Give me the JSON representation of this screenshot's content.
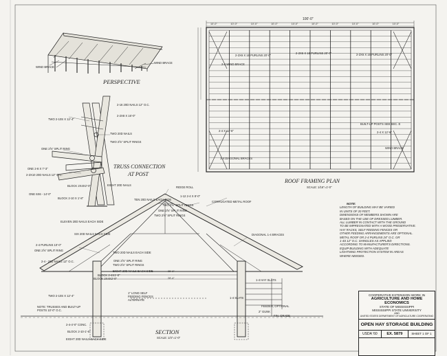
{
  "perspective": {
    "title": "PERSPECTIVE",
    "labels": [
      "WIND BRACE",
      "WIND BRACE"
    ]
  },
  "truss_connection": {
    "title_line1": "TRUSS CONNECTION",
    "title_line2": "AT POST",
    "labels": [
      "2-16 20d NAILS 12\" O.C.",
      "2-2x8 x 16'-0\"",
      "TWO 2-10s x 12'-4\"",
      "TWO 20d NAILS",
      "TWO 2⅝\" SPLIT RINGS",
      "ONE 2⅝\" SPLIT RING",
      "ONE 2-8 x 7'-3\"",
      "2-2x10 20d NAILS 12\" O.C.",
      "BLOCK 2x4x2'-0\"",
      "EIGHT 20d NAILS",
      "ONE 6x6 - 14'-0\"",
      "BLOCK 2-10 x 1'-8\""
    ]
  },
  "roof_plan": {
    "title": "ROOF FRAMING PLAN",
    "scale": "SCALE: 1/16\"=1'-0\"",
    "overall_dim": "100'-0\"",
    "bay_dims": [
      "10'-0\"",
      "10'-0\"",
      "10'-0\"",
      "10'-0\"",
      "10'-0\"",
      "10'-0\"",
      "10'-0\"",
      "10'-0\"",
      "10'-0\"",
      "10'-0\""
    ],
    "labels": [
      "2-4 WIND BRACE",
      "2-2x6 x 16 PURLINS 20'-0\"",
      "2-2x6 x 16 PURLINS 20'-0\"",
      "2-2x6 x 16 PURLINS 20'-0\"",
      "2-4 x 12'-6\"",
      "2-4 x 12'-6\"",
      "BUILT-UP POSTS SEE SEC. E",
      "WIND BRACE",
      "1-4 DIAGONAL BRACES"
    ]
  },
  "section": {
    "title": "SECTION",
    "scale": "SCALE: 1/4\"=1'-0\"",
    "labels": [
      "RIDGE ROLL",
      "TEN 20d NAILS EACH SIDE",
      "TWO 2⅝\" SPLIT RINGS",
      "ONE 2⅝\" SPLIT RING",
      "TWO 2⅝\" SPLIT RINGS",
      "1-12 2-4 x 8'-0\"",
      "CORRUGATED METAL ROOF",
      "ELEVEN 20d NAILS EACH SIDE",
      "SIX 20d NAILS EACH SIDE",
      "2-4 PURLINS 10'-0\"",
      "ONE 2⅝\" SPLIT RING",
      "TWO 20d NAILS EACH SIDE",
      "ONE 2⅝\" SPLIT RING",
      "TWO 2⅝\" SPLIT RINGS",
      "2-4 - 20d NAILS 12\" O.C.",
      "BLOCK 2-4x1'-0\"",
      "EIGHT 20d NAILS EACH SIDE",
      "BLOCK 2x4x2'-0\"",
      "DIAGONAL 1-4 BRACES",
      "TWO 2-10s x 12'-4\"",
      "1-4 HAY SLATS",
      "1-4 SLATS",
      "FEEDER, OPTIONAL",
      "2\" GUNK",
      "FIN. GRADE",
      "1\" LONG SELF FEEDING FENCES ALTERNATE",
      "2-4-4'-0\" CONC.",
      "BLOCK 2-10-1'-6\"",
      "EIGHT 20d NAILS EACH SIDE",
      "NOTE: TRUSSES AND BUILT-UP POSTS 10'-0\" O.C."
    ],
    "dims": [
      "25'-8\"",
      "28'-4\""
    ]
  },
  "notes": {
    "heading": "NOTE:",
    "lines": [
      "LENGTH OF BUILDING MAY BE VARIED",
      "IN UNITS OF 20 FEET.",
      "DIMENSIONS OF MEMBERS SHOWN ARE",
      "BASED ON THE USE OF DRESSED LUMBER.",
      "ALL LUMBER IN CONTACT WITH THE GROUND",
      "TO BE IMPREGNATED WITH A WOOD PRESERVATIVE.",
      "HAY RACKS, SELF FEEDING FENCES OR",
      "OTHER FEEDING ARRANGEMENTS ARE OPTIONAL.",
      "METAL ROOF OR 2-4 PURLINS 24\" O.C. OR",
      "1-4s 12\" O.C. SHINGLES AS APPLIED",
      "ACCORDING TO MANUFACTURER'S DIRECTIONS.",
      "EQUIP BUILDING WITH ADEQUATE",
      "LIGHTNING PROTECTION SYSTEM IN AREAS",
      "WHERE NEEDED."
    ]
  },
  "title_block": {
    "line1": "COOPERATIVE EXTENSION WORK IN",
    "line2": "AGRICULTURE AND HOME ECONOMICS",
    "line3": "STATE OF MISSISSIPPI",
    "line4": "MISSISSIPPI STATE UNIVERSITY",
    "line5": "AND",
    "line6": "UNITED STATES DEPARTMENT OF AGRICULTURE COOPERATING",
    "drawing_title": "OPEN HAY STORAGE BUILDING",
    "org": "USDA '60",
    "plan_number": "EX. 5879",
    "sheet": "SHEET 1 OF 1"
  }
}
